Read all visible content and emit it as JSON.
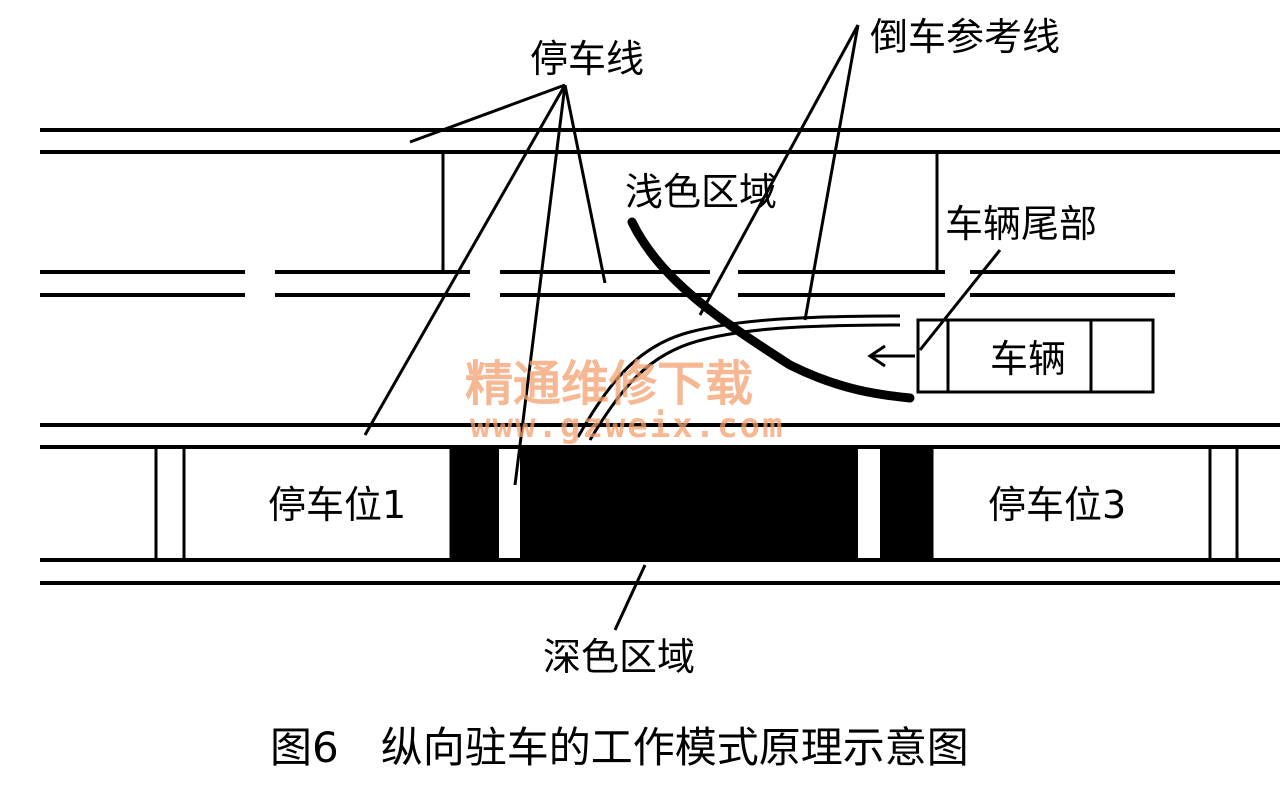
{
  "labels": {
    "stop_line": "停车线",
    "reverse_ref_line": "倒车参考线",
    "light_area": "浅色区域",
    "vehicle_rear": "车辆尾部",
    "vehicle": "车辆",
    "spot1": "停车位1",
    "spot3": "停车位3",
    "dark_area": "深色区域"
  },
  "caption": "图6　纵向驻车的工作模式原理示意图",
  "watermark": {
    "line1": "精通维修下载",
    "line2": "www.gzweix.com"
  }
}
